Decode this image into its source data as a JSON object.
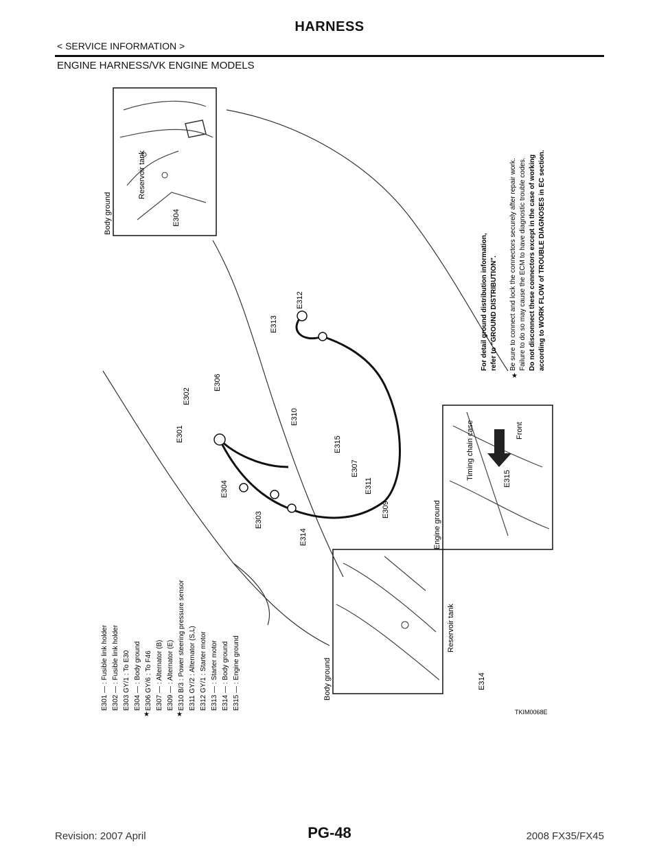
{
  "header": {
    "title": "HARNESS",
    "service_info": "< SERVICE INFORMATION >",
    "section_title": "ENGINE HARNESS/VK ENGINE MODELS"
  },
  "figure": {
    "callouts": {
      "body_ground_top": "Body ground",
      "reservoir_tank": "Reservoir tank",
      "body_ground_bottom": "Body ground",
      "reservoir_tank_bottom": "Reservoir tank",
      "engine_ground": "Engine ground",
      "timing_chain_case": "Timing chain case",
      "front": "Front"
    },
    "connector_tags": [
      "E304",
      "E312",
      "E313",
      "E306",
      "E302",
      "E301",
      "E310",
      "E315",
      "E307",
      "E311",
      "E309",
      "E304",
      "E303",
      "E314",
      "E315",
      "E314"
    ],
    "legend": [
      {
        "code": "E301",
        "color": "—",
        "desc": "Fusible link holder",
        "star": false
      },
      {
        "code": "E302",
        "color": "—",
        "desc": "Fusible link holder",
        "star": false
      },
      {
        "code": "E303",
        "color": "GY/1",
        "desc": "To E30",
        "star": false
      },
      {
        "code": "E304",
        "color": "—",
        "desc": "Body ground",
        "star": false
      },
      {
        "code": "E306",
        "color": "GY/6",
        "desc": "To F46",
        "star": true
      },
      {
        "code": "E307",
        "color": "—",
        "desc": "Alternator (B)",
        "star": false
      },
      {
        "code": "E309",
        "color": "—",
        "desc": "Alternator (E)",
        "star": false
      },
      {
        "code": "E310",
        "color": "B/3",
        "desc": "Power steering pressure sensor",
        "star": true
      },
      {
        "code": "E311",
        "color": "GY/2",
        "desc": "Alternator (S,L)",
        "star": false
      },
      {
        "code": "E312",
        "color": "GY/1",
        "desc": "Starter motor",
        "star": false
      },
      {
        "code": "E313",
        "color": "—",
        "desc": "Starter motor",
        "star": false
      },
      {
        "code": "E314",
        "color": "—",
        "desc": "Body ground",
        "star": false
      },
      {
        "code": "E315",
        "color": "—",
        "desc": "Engine ground",
        "star": false
      }
    ],
    "notes": {
      "ground_line1": "For detail ground distribution information,",
      "ground_line2": "refer to \"GROUND DISTRIBUTION\".",
      "star_line1": "Be sure to connect and lock the connectors securely after repair work.",
      "star_line2": "Failure to do so may cause the ECM to have diagnostic trouble codes.",
      "star_line3": "Do not disconnect these connectors except in the case of working",
      "star_line4": "according to WORK FLOW of TROUBLE DIAGNOSES in EC section."
    },
    "figure_id": "TKIM0068E"
  },
  "footer": {
    "page": "PG-48",
    "revision": "Revision: 2007 April",
    "model": "2008 FX35/FX45"
  }
}
